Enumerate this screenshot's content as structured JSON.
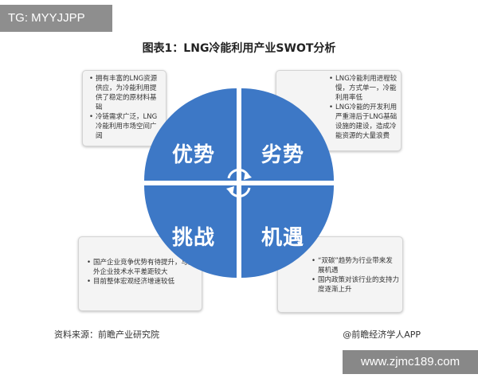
{
  "watermark_top": "TG: MYYJJPP",
  "title": "图表1：LNG冷能利用产业SWOT分析",
  "quadrants": {
    "strengths": "优势",
    "weaknesses": "劣势",
    "threats": "挑战",
    "opportunities": "机遇"
  },
  "boxes": {
    "strengths": [
      "拥有丰富的LNG资源供应，为冷能利用提供了稳定的原材料基础",
      "冷链需求广泛，LNG冷能利用市场空间广阔"
    ],
    "weaknesses": [
      "LNG冷能利用进程较慢，方式单一，冷能利用率低",
      "LNG冷能的开发利用严重滞后于LNG基础设施的建设，造成冷能资源的大量浪费"
    ],
    "threats": [
      "国产企业竞争优势有待提升，与国外企业技术水平差距较大",
      "目前整体宏观经济增速较低"
    ],
    "opportunities": [
      "“双碳”趋势为行业带来发展机遇",
      "国内政策对该行业的支持力度逐渐上升"
    ]
  },
  "colors": {
    "quadrant_fill": "#3d78c6",
    "divider": "#ffffff",
    "box_bg": "#f4f4f4"
  },
  "icons": {
    "center": "cycle-arrows-icon"
  },
  "footer": {
    "source": "资料来源：前瞻产业研究院",
    "credit": "@前瞻经济学人APP"
  },
  "watermark_bottom": "www.zjmc189.com"
}
